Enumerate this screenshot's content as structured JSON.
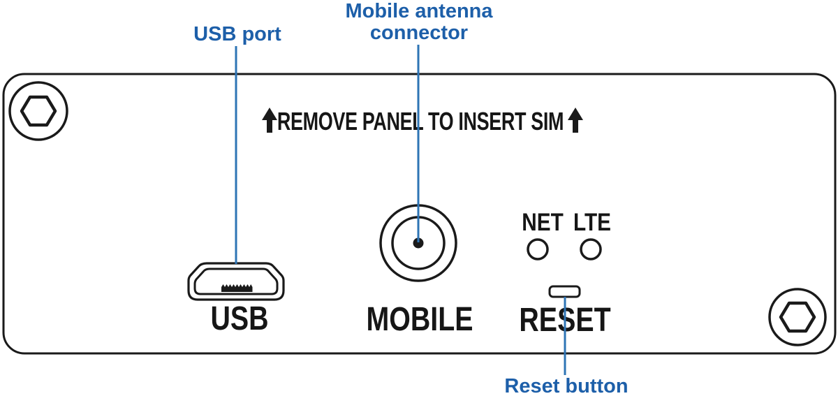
{
  "device_panel_diagram": {
    "annotations": {
      "usb_port": "USB port",
      "mobile_antenna": "Mobile antenna connector",
      "reset_button": "Reset button"
    },
    "panel": {
      "sim_notice": "REMOVE PANEL TO INSERT SIM",
      "usb_label": "USB",
      "mobile_label": "MOBILE",
      "reset_label": "RESET",
      "leds": [
        {
          "label": "NET"
        },
        {
          "label": "LTE"
        }
      ]
    },
    "icons": [
      "up-arrow-icon",
      "hex-screw-icon",
      "micro-usb-connector-icon",
      "antenna-connector-icon",
      "led-indicator-icon",
      "reset-hole-icon"
    ],
    "colors": {
      "annotation_blue": "#1d5fa9",
      "leader_line_blue": "#2e74b5",
      "ink_black": "#1a1a1a",
      "background": "#ffffff"
    }
  }
}
